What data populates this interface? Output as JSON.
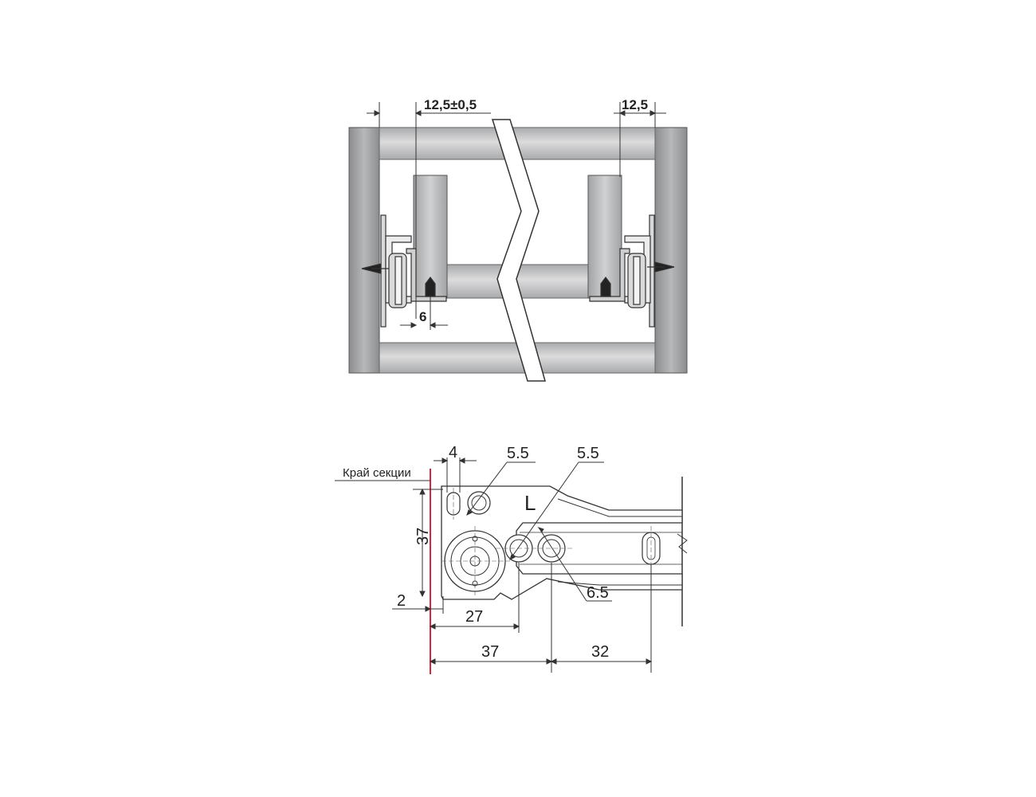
{
  "top_view": {
    "dim_left": "12,5±0,5",
    "dim_right": "12,5",
    "dim_screw": "6"
  },
  "bottom_view": {
    "edge_label": "Край секции",
    "dim_4": "4",
    "dim_hole_a": "5.5",
    "dim_hole_b": "5.5",
    "side_mark": "L",
    "dim_vert_37": "37",
    "dim_vert_2": "2",
    "dim_27": "27",
    "dim_6_5": "6.5",
    "dim_37": "37",
    "dim_32": "32"
  },
  "colors": {
    "panel_gray": "#9a9b9d",
    "light_gray": "#c9cacc",
    "line": "#333333",
    "edge_red": "#d6283c"
  }
}
